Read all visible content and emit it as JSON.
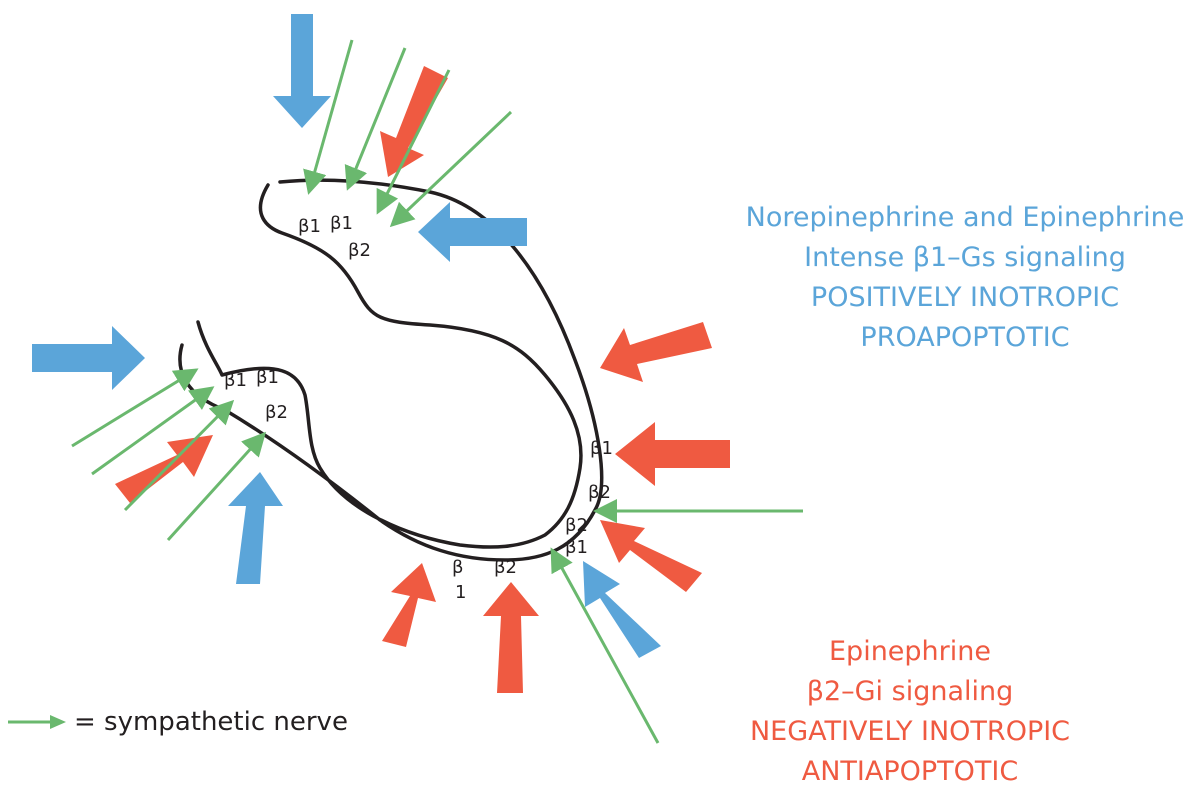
{
  "colors": {
    "blue": "#5ba5d9",
    "red": "#ef5a41",
    "green": "#6ab86e",
    "outline": "#231f20"
  },
  "diagram": {
    "labels": {
      "top_b1_a": "β1",
      "top_b1_b": "β1",
      "top_b2": "β2",
      "left_b1_a": "β1",
      "left_b1_b": "β1",
      "left_b2": "β2",
      "apex_b1": "β1",
      "apex_b2_a": "β2",
      "apex_b2_b": "β2",
      "apex_b1_b": "β1",
      "bottom_b_top": "β",
      "bottom_b_num": "1",
      "bottom_b2": "β2"
    }
  },
  "captions": {
    "norepinephrine": {
      "line1": "Norepinephrine and Epinephrine",
      "line2": "Intense β1–Gs signaling",
      "line3": "POSITIVELY INOTROPIC",
      "line4": "PROAPOPTOTIC"
    },
    "epinephrine": {
      "line1": "Epinephrine",
      "line2": "β2–Gi signaling",
      "line3": "NEGATIVELY INOTROPIC",
      "line4": "ANTIAPOPTOTIC"
    }
  },
  "legend": {
    "text": "= sympathetic nerve",
    "icon": "green-arrow-icon"
  }
}
